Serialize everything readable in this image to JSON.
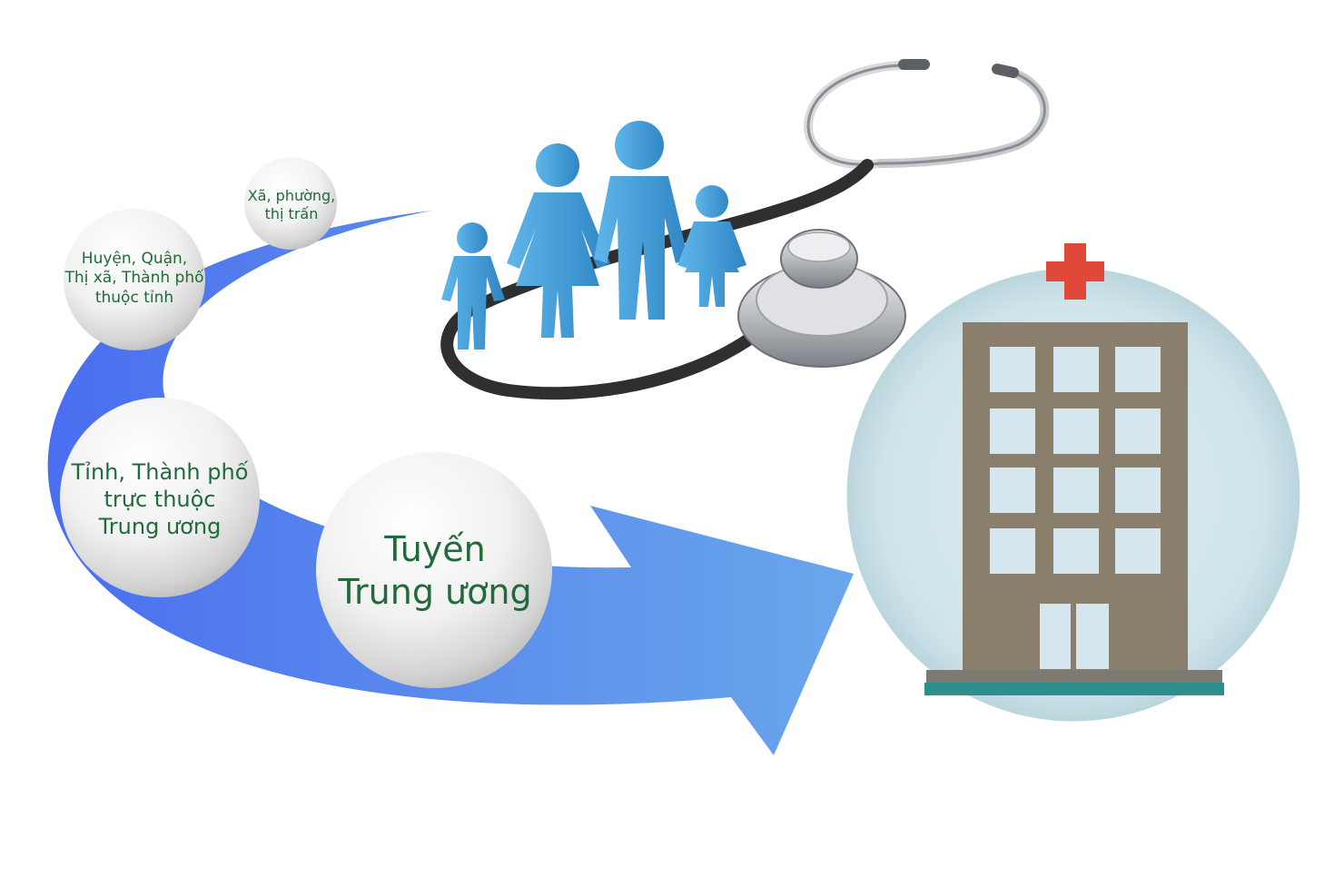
{
  "levels": [
    {
      "line1": "Xã, phường,",
      "line2": "thị trấn",
      "line3": ""
    },
    {
      "line1": "Huyện, Quận,",
      "line2": "Thị xã, Thành phố",
      "line3": "thuộc tỉnh"
    },
    {
      "line1": "Tỉnh, Thành phố",
      "line2": "trực thuộc",
      "line3": "Trung ương"
    },
    {
      "line1": "Tuyến",
      "line2": "Trung ương",
      "line3": ""
    }
  ],
  "icons": {
    "family": "family-icon",
    "stethoscope": "stethoscope-icon",
    "hospital": "hospital-building-icon",
    "cross": "medical-cross-icon"
  },
  "colors": {
    "arrow_dark": "#4a6ef0",
    "arrow_light": "#6aa2ee",
    "people": "#3b9ad6",
    "text_green": "#1f6b3a",
    "building": "#8a7f6c",
    "window": "#d6e6ef",
    "cross": "#e0483a",
    "halo": "#cfe4ea"
  }
}
